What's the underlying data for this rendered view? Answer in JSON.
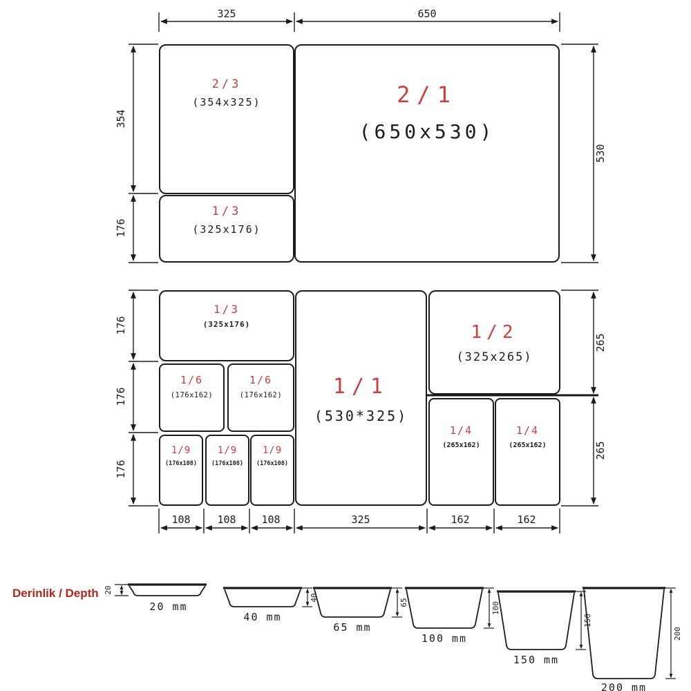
{
  "colors": {
    "red": "#c9403f",
    "title_red": "#b3241c",
    "line": "#1b1b1b"
  },
  "top": {
    "dim_w1": "325",
    "dim_w2": "650",
    "dim_h1": "354",
    "dim_h2": "176",
    "dim_h3": "530",
    "box_2_3": {
      "fraction": "2/3",
      "size": "(354x325)"
    },
    "box_1_3": {
      "fraction": "1/3",
      "size": "(325x176)"
    },
    "box_2_1": {
      "fraction": "2/1",
      "size": "(650x530)"
    }
  },
  "middle": {
    "dim_left": [
      "176",
      "176",
      "176"
    ],
    "dim_right": [
      "265",
      "265"
    ],
    "dim_bottom": [
      "108",
      "108",
      "108",
      "325",
      "162",
      "162"
    ],
    "box_1_3": {
      "fraction": "1/3",
      "size": "(325x176)"
    },
    "box_1_6a": {
      "fraction": "1/6",
      "size": "(176x162)"
    },
    "box_1_6b": {
      "fraction": "1/6",
      "size": "(176x162)"
    },
    "box_1_9a": {
      "fraction": "1/9",
      "size": "(176x108)"
    },
    "box_1_9b": {
      "fraction": "1/9",
      "size": "(176x108)"
    },
    "box_1_9c": {
      "fraction": "1/9",
      "size": "(176x108)"
    },
    "box_1_1": {
      "fraction": "1/1",
      "size": "(530*325)"
    },
    "box_1_2": {
      "fraction": "1/2",
      "size": "(325x265)"
    },
    "box_1_4a": {
      "fraction": "1/4",
      "size": "(265x162)"
    },
    "box_1_4b": {
      "fraction": "1/4",
      "size": "(265x162)"
    }
  },
  "depth": {
    "title": "Derinlik / Depth",
    "pans": [
      {
        "dim": "20",
        "label": "20 mm"
      },
      {
        "dim": "40",
        "label": "40 mm"
      },
      {
        "dim": "65",
        "label": "65 mm"
      },
      {
        "dim": "100",
        "label": "100 mm"
      },
      {
        "dim": "150",
        "label": "150 mm"
      },
      {
        "dim": "200",
        "label": "200 mm"
      }
    ]
  }
}
